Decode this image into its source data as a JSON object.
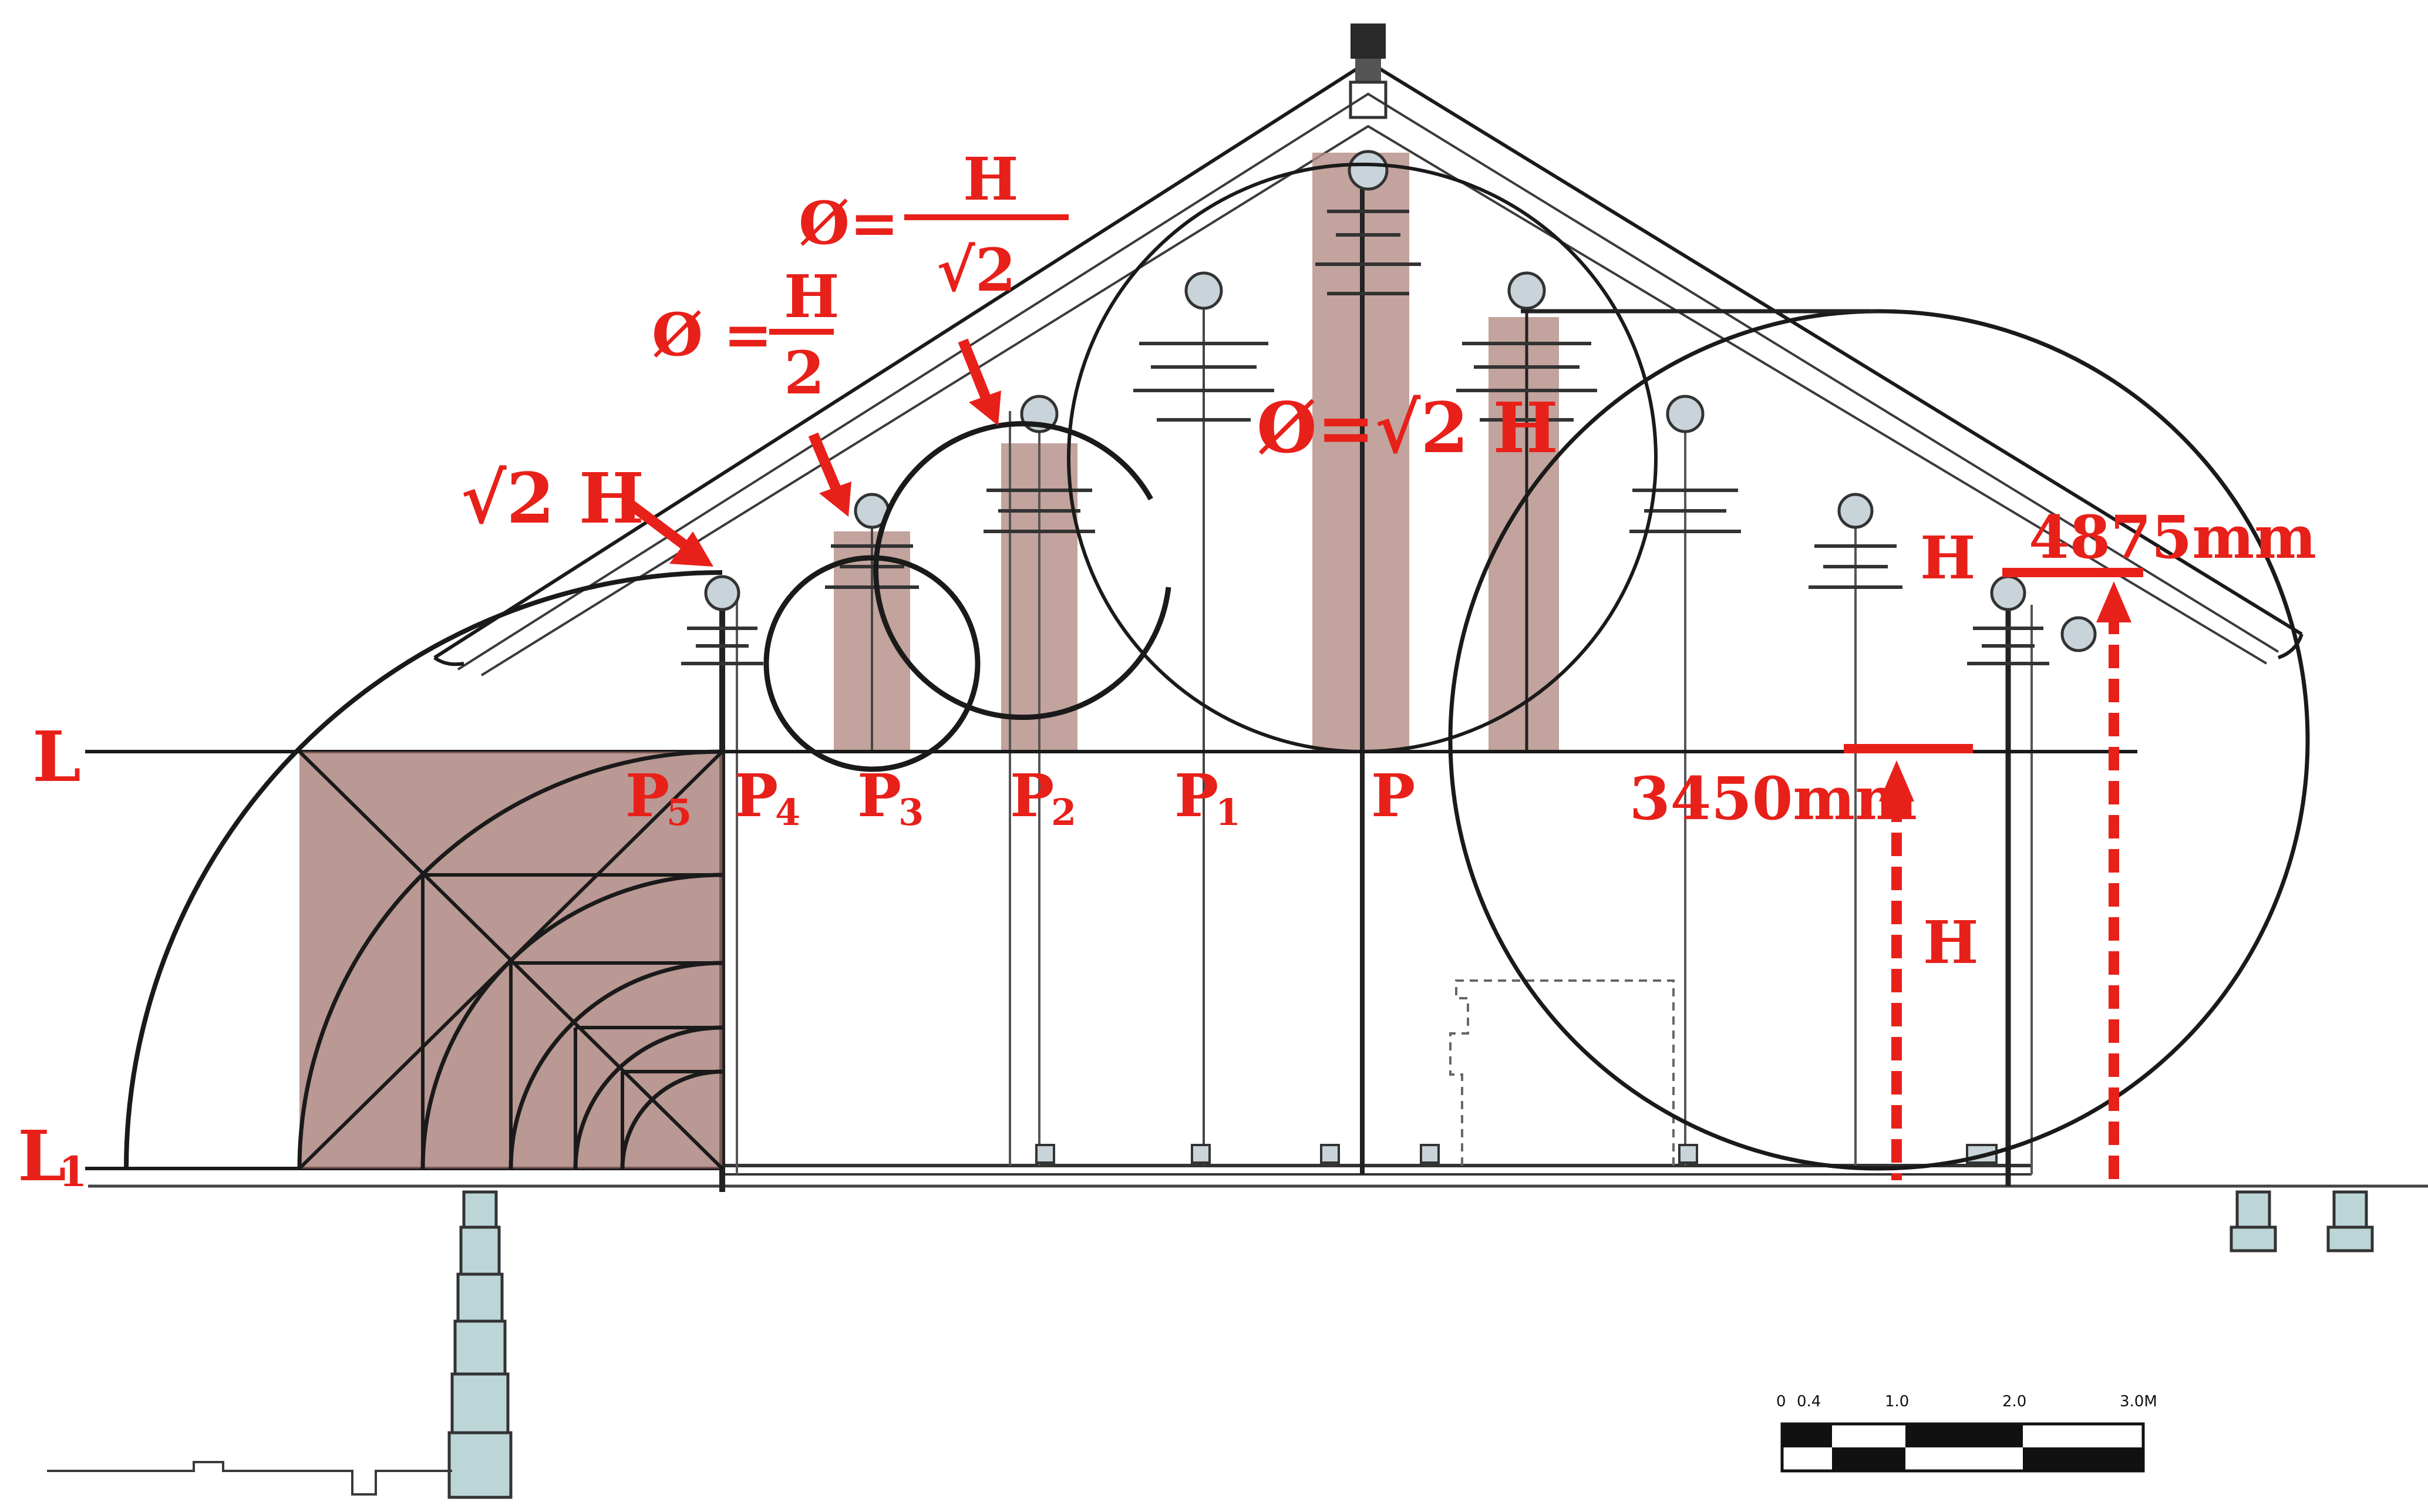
{
  "labels": {
    "L": "L",
    "L1": "L",
    "L1_sub": "1",
    "P": "P",
    "P1": "P",
    "P1_sub": "1",
    "P2": "P",
    "P2_sub": "2",
    "P3": "P",
    "P3_sub": "3",
    "P4": "P",
    "P4_sub": "4",
    "P5": "P",
    "P5_sub": "5",
    "H_upper": "H",
    "H_lower": "H"
  },
  "formulas": {
    "sqrt2H_left": "√2 H",
    "phi_half": {
      "lhs": "Ø =",
      "num": "H",
      "den": "2"
    },
    "phi_over_sqrt2": {
      "lhs": "Ø=",
      "num": "H",
      "den": "√2"
    },
    "phi_sqrt2H": "Ø=√2 H"
  },
  "dimensions": {
    "upper": "4875mm",
    "lower": "3450mm"
  },
  "scale_bar": {
    "ticks": [
      "0",
      "0.4",
      "1.0",
      "2.0",
      "3.0M"
    ]
  },
  "colors": {
    "annotation": "#e8201a",
    "column_fill": "#b48c85",
    "square_fill": "#a0706a",
    "line": "#1a1a1a"
  }
}
